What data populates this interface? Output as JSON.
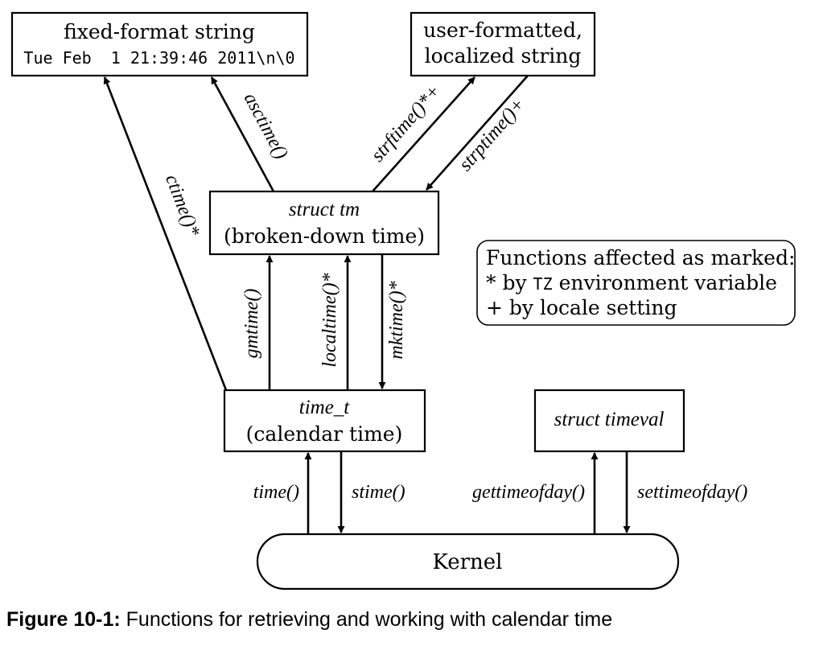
{
  "nodes": {
    "fixed_format": {
      "line1": "fixed-format string",
      "line2": "Tue Feb  1 21:39:46 2011\\n\\0"
    },
    "user_formatted": {
      "line1": "user-formatted,",
      "line2": "localized string"
    },
    "struct_tm": {
      "line1": "struct tm",
      "line2": "(broken-down time)"
    },
    "time_t": {
      "line1": "time_t",
      "line2": "(calendar time)"
    },
    "struct_timeval": {
      "line1": "struct timeval"
    },
    "kernel": {
      "label": "Kernel"
    }
  },
  "edges": {
    "asctime": "asctime()",
    "ctime": "ctime()*",
    "strftime": "strftime()*+",
    "strptime": "strptime()+",
    "gmtime": "gmtime()",
    "localtime": "localtime()*",
    "mktime": "mktime()*",
    "time": "time()",
    "stime": "stime()",
    "gettimeofday": "gettimeofday()",
    "settimeofday": "settimeofday()"
  },
  "legend": {
    "line1": "Functions affected as marked:",
    "line2_prefix": "* by ",
    "line2_code": "TZ",
    "line2_suffix": " environment variable",
    "line3": "+ by locale setting"
  },
  "caption": {
    "label": "Figure 10-1:",
    "text": " Functions for retrieving and working with calendar time"
  }
}
